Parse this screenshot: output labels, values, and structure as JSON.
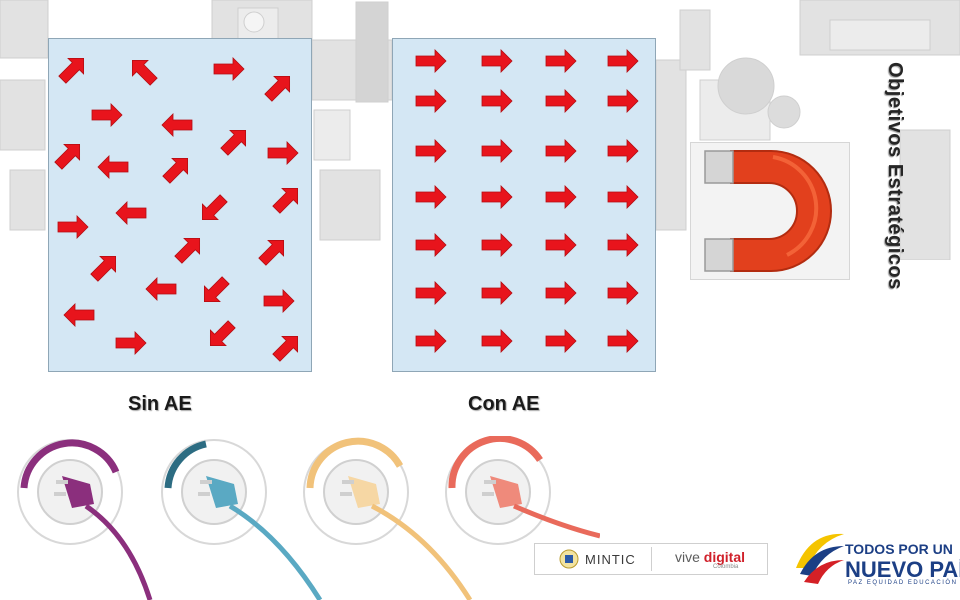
{
  "slide": {
    "title_vertical": "Objetivos Estratégicos"
  },
  "panels": {
    "left_caption": "Sin AE",
    "right_caption": "Con AE"
  },
  "colors": {
    "arrow": "#e8141c",
    "panel_bg": "#d4e7f4",
    "plug_purple": "#8b2f7d",
    "plug_teal": "#3a8aa6",
    "plug_yellow": "#f1c27a",
    "plug_coral": "#e96a5b"
  },
  "logos": {
    "mintic": "MINTIC",
    "vive_prefix": "vive ",
    "vive_brand": "digital",
    "vive_country": "Colombia",
    "gov_line1": "TODOS POR UN",
    "gov_line2": "NUEVO PAÍS",
    "gov_line3": "PAZ  EQUIDAD  EDUCACIÓN"
  }
}
